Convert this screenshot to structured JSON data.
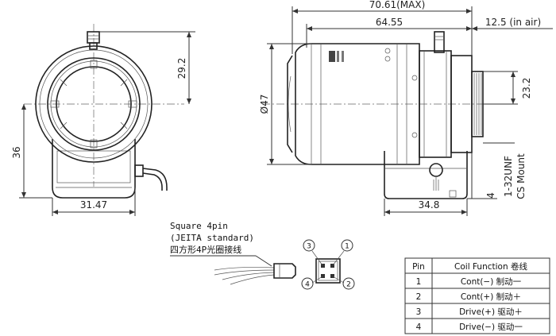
{
  "dimensions": {
    "overall_length": "70.61(MAX)",
    "body_length": "64.55",
    "back_focus": "12.5 (in air)",
    "front_height": "29.2",
    "front_lower": "36",
    "front_width": "31.47",
    "diameter": "Ø47",
    "mount_height": "23.2",
    "side_width": "34.8",
    "side_offset": "4",
    "mount_thread": "1-32UNF",
    "mount_type": "CS Mount"
  },
  "connector": {
    "line1": "Square 4pin",
    "line2": "(JEITA standard)",
    "line3": "四方形4P光圈接线",
    "pins": [
      "1",
      "2",
      "3",
      "4"
    ]
  },
  "pin_table": {
    "headers": [
      "Pin",
      "Coil Function 卷线"
    ],
    "rows": [
      [
        "1",
        "Cont(−) 制动一"
      ],
      [
        "2",
        "Cont(+) 制动＋"
      ],
      [
        "3",
        "Drive(+) 驱动＋"
      ],
      [
        "4",
        "Drive(−) 驱动一"
      ]
    ]
  }
}
